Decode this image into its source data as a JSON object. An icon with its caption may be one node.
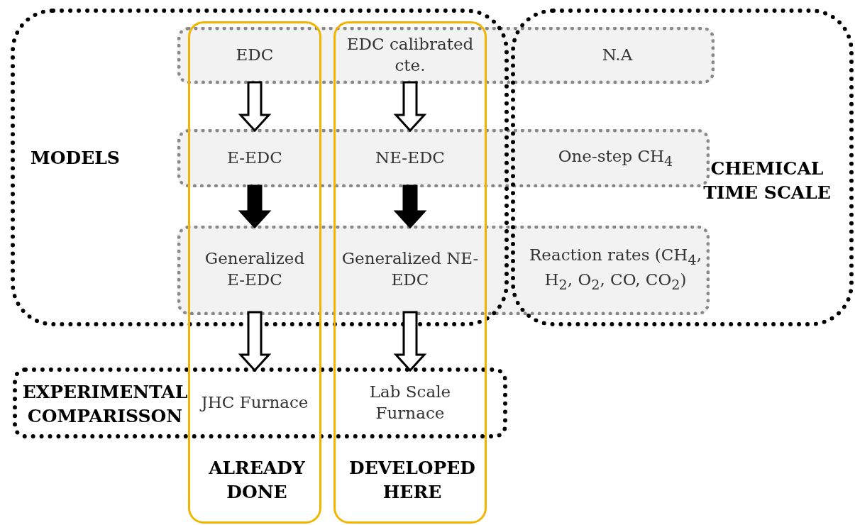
{
  "diagram": {
    "nodes": [
      {
        "text": [
          "MODELS"
        ]
      },
      {
        "text": [
          "CHEMICAL TIME SCALE"
        ]
      },
      {
        "text": [
          "EXPERIMENTAL COMPARISSON"
        ]
      },
      {
        "text": [
          "ALREADY DONE"
        ]
      },
      {
        "text": [
          "DEVELOPED HERE"
        ]
      },
      {
        "text": [],
        "shape": "box"
      },
      {
        "text": [],
        "shape": "box"
      },
      {
        "text": [],
        "shape": "box"
      },
      {
        "text": [
          "EDC"
        ]
      },
      {
        "text": [
          "EDC calibrated cte."
        ]
      },
      {
        "text": [
          "N.A"
        ]
      },
      {
        "text": [
          "E-EDC"
        ]
      },
      {
        "text": [
          "NE-EDC"
        ]
      },
      {
        "text": [
          "One-step CH$_{4}$"
        ]
      },
      {
        "text": [
          "Generalized E-EDC"
        ]
      },
      {
        "text": [
          "Generalized NE-EDC"
        ]
      },
      {
        "text": [
          "Reaction rates (CH$_{4}$, H$_{2}$, O$_{2}$, CO, CO$_{2}$)"
        ]
      },
      {
        "text": [
          "JHC Furnace"
        ]
      },
      {
        "text": [
          "Lab Scale Furnace"
        ]
      }
    ],
    "edges": [
      {
        "from": 8,
        "to": 11,
        "arrow": "to"
      },
      {
        "from": 9,
        "to": 12,
        "arrow": "to"
      },
      {
        "from": 11,
        "to": 14,
        "arrow": "to",
        "style": "thick"
      },
      {
        "from": 12,
        "to": 15,
        "arrow": "to",
        "style": "thick"
      },
      {
        "from": 14,
        "to": 17,
        "arrow": "to"
      },
      {
        "from": 15,
        "to": 18,
        "arrow": "to"
      }
    ]
  }
}
